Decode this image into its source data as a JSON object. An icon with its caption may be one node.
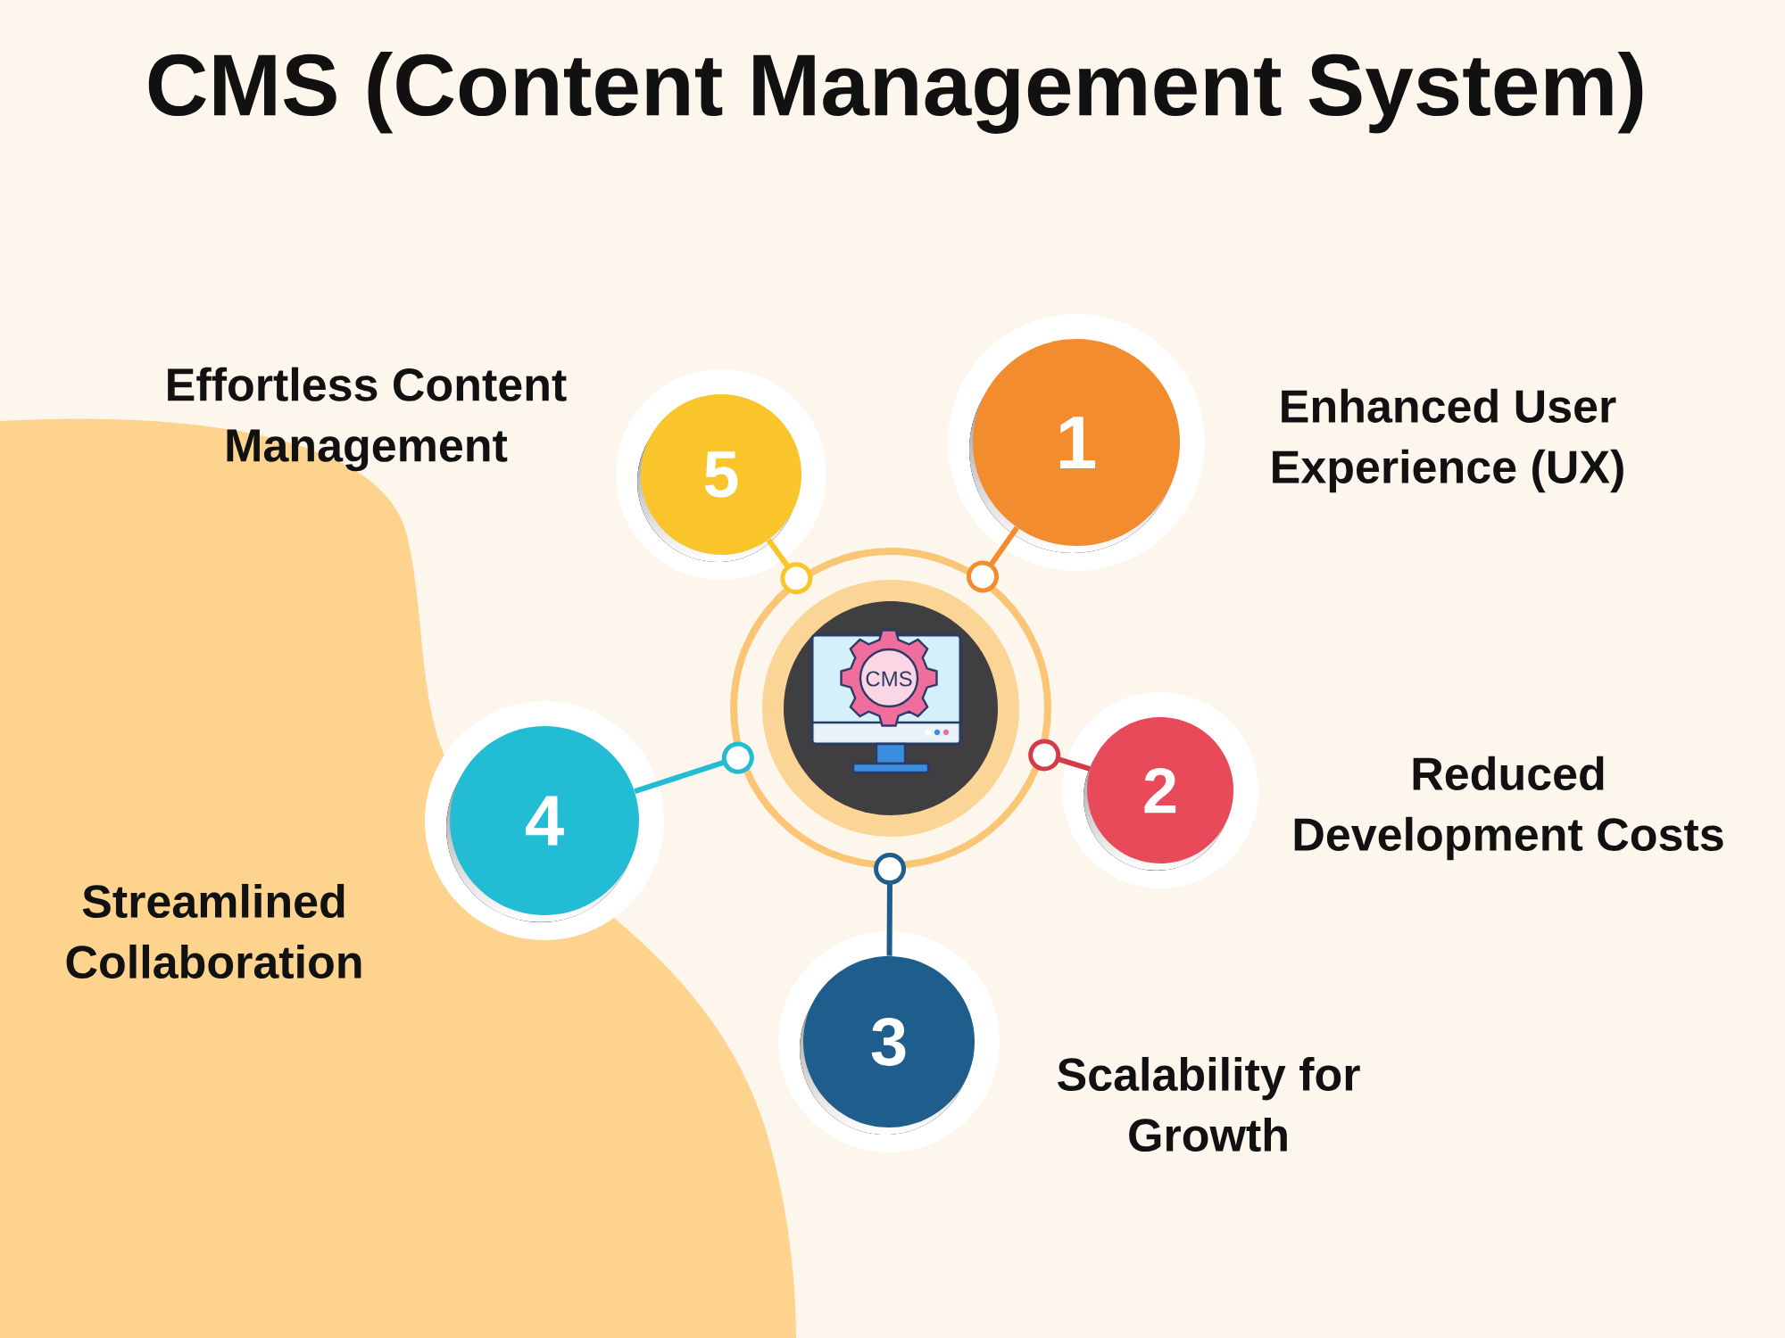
{
  "diagram": {
    "title": "CMS (Content Management System)",
    "nodes": [
      {
        "text": [
          "CMS"
        ]
      },
      {
        "text": [
          "1"
        ],
        "beside": [
          "Enhanced User Experience (UX)"
        ]
      },
      {
        "text": [
          "2"
        ],
        "beside": [
          "Reduced Development Costs"
        ]
      },
      {
        "text": [
          "3"
        ],
        "beside": [
          "Scalability for Growth"
        ]
      },
      {
        "text": [
          "4"
        ],
        "beside": [
          "Streamlined Collaboration"
        ]
      },
      {
        "text": [
          "5"
        ],
        "beside": [
          "Effortless Content Management"
        ]
      }
    ],
    "edges": [
      {
        "from": 0,
        "to": 1,
        "arrow": "other",
        "color": "#f28c2e"
      },
      {
        "from": 0,
        "to": 2,
        "arrow": "other",
        "color": "#d63a49"
      },
      {
        "from": 0,
        "to": 3,
        "arrow": "other",
        "color": "#1e5d8c"
      },
      {
        "from": 0,
        "to": 4,
        "arrow": "other",
        "color": "#22bcd4"
      },
      {
        "from": 0,
        "to": 5,
        "arrow": "other",
        "color": "#f9c52b"
      }
    ]
  }
}
